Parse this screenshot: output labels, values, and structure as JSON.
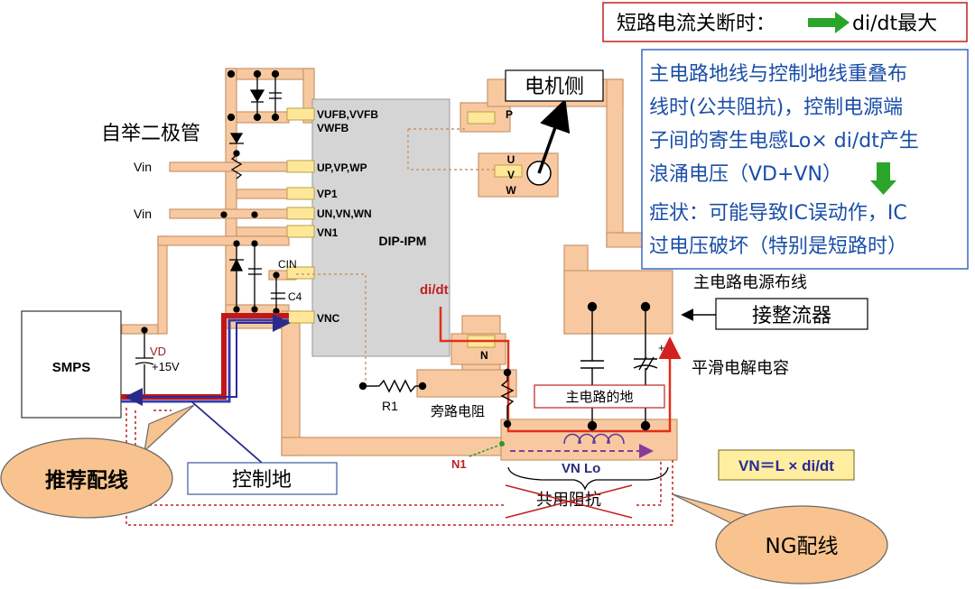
{
  "colors": {
    "trace": "#f8c9a0",
    "trace_edge": "#c8956a",
    "chip": "#d5d5d5",
    "callout": "#f8c38e",
    "info_text": "#1a4fa8",
    "alert_red": "#d32020",
    "ground_blue": "#1a2aa8",
    "arrow_green": "#2aa52a",
    "formula_bg": "#ffeea0",
    "formula_text": "#2a2a9a"
  },
  "top_box": {
    "text": "短路电流关断时：",
    "result": "di/dt最大"
  },
  "info_box": {
    "line1": "主电路地线与控制地线重叠布",
    "line2": "线时(公共阻抗)，控制电源端",
    "line3": "子间的寄生电感Lo× di/dt产生",
    "line4": "浪涌电压（VD+VN）",
    "line5": "症状：可能导致IC误动作，IC",
    "line6": "过电压破坏（特别是短路时）"
  },
  "labels": {
    "motor_side": "电机侧",
    "bootstrap_diode": "自举二极管",
    "vin_top": "Vin",
    "vin_bottom": "Vin",
    "chip_name": "DIP-IPM",
    "main_power_wiring": "主电路电源布线",
    "rectifier": "接整流器",
    "smoothing_cap": "平滑电解电容",
    "main_ground": "主电路的地",
    "bypass_resistor": "旁路电阻",
    "smps": "SMPS",
    "vd": "VD",
    "v15": "+15V",
    "r1": "R1",
    "n1": "N1",
    "di_dt": "di/dt",
    "cin": "CIN",
    "c4": "C4",
    "vn_lo": "VN  Lo",
    "common_impedance": "共用阻抗",
    "control_ground": "控制地",
    "recommended": "推荐配线",
    "ng_wiring": "NG配线",
    "formula": "VN＝L × di/dt",
    "plus": "+"
  },
  "pins": {
    "vufb": "VUFB,VVFB",
    "vwfb": "VWFB",
    "up": "UP,VP,WP",
    "vp1": "VP1",
    "un": "UN,VN,WN",
    "vn1": "VN1",
    "vnc": "VNC",
    "p": "P",
    "n": "N",
    "u": "U",
    "v": "V",
    "w": "W"
  }
}
